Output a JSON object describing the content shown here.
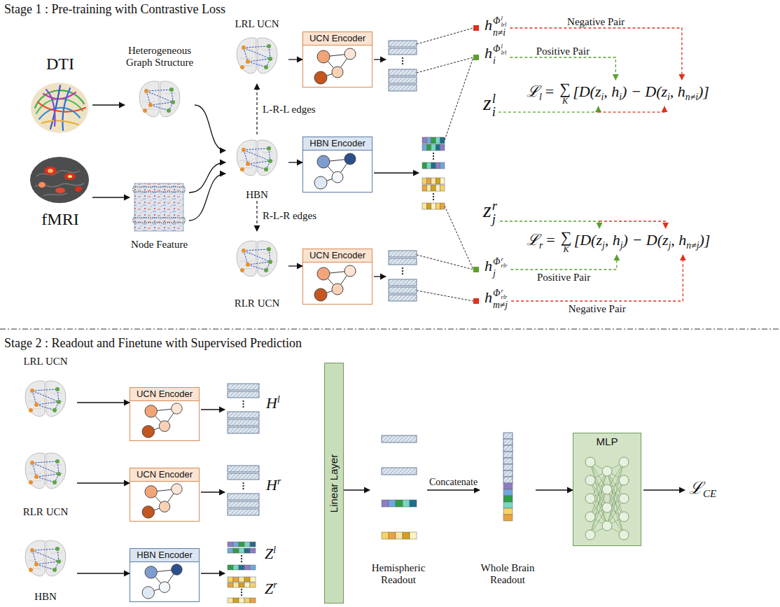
{
  "diagram": {
    "title": "Stage 1 : Pre-training with Contrastive Loss",
    "nodes": [
      {
        "text": [
          "DTI"
        ]
      },
      {
        "text": [
          "Heterogeneous Graph Structure"
        ]
      },
      {
        "text": [
          "fMRI"
        ]
      },
      {
        "text": [
          "Node Feature"
        ]
      },
      {
        "text": [
          "LRL UCN"
        ]
      },
      {
        "text": [
          "HBN"
        ]
      },
      {
        "text": [
          "RLR UCN"
        ]
      },
      {
        "text": [
          "UCN Encoder"
        ]
      },
      {
        "text": [
          "HBN Encoder"
        ]
      },
      {
        "text": [
          "UCN Encoder"
        ]
      },
      {
        "text": [
          "LRL UCN"
        ]
      },
      {
        "text": [
          "RLR UCN"
        ]
      },
      {
        "text": [
          "HBN"
        ]
      },
      {
        "text": [
          "UCN Encoder"
        ]
      },
      {
        "text": [
          "UCN Encoder"
        ]
      },
      {
        "text": [
          "HBN Encoder"
        ]
      },
      {
        "text": [
          "Linear Layer"
        ]
      },
      {
        "text": [
          "Hemispheric Readout"
        ]
      },
      {
        "text": [
          "Whole Brain Readout"
        ]
      },
      {
        "text": [
          "MLP"
        ]
      }
    ],
    "edges": [
      {
        "from": 0,
        "to": 1,
        "arrow": "to"
      },
      {
        "from": 2,
        "to": 3,
        "arrow": "to"
      },
      {
        "from": 1,
        "to": 5,
        "arrow": "to"
      },
      {
        "from": 3,
        "to": 5,
        "arrow": "to"
      },
      {
        "from": 3,
        "to": 5,
        "arrow": "to"
      },
      {
        "from": 5,
        "to": 4,
        "label": "L-R-L edges",
        "arrow": "to"
      },
      {
        "from": 5,
        "to": 6,
        "label": "R-L-R edges",
        "arrow": "to"
      },
      {
        "from": 4,
        "to": 7,
        "arrow": "to"
      },
      {
        "from": 5,
        "to": 8,
        "arrow": "to"
      },
      {
        "from": 6,
        "to": 9,
        "arrow": "to"
      },
      {
        "from": 10,
        "to": 13,
        "arrow": "to"
      },
      {
        "from": 11,
        "to": 14,
        "arrow": "to"
      },
      {
        "from": 12,
        "to": 15,
        "arrow": "to"
      },
      {
        "from": 16,
        "to": 17,
        "arrow": "to"
      },
      {
        "from": 17,
        "to": 18,
        "label": "Concatenate",
        "arrow": "to"
      },
      {
        "from": 18,
        "to": 19,
        "arrow": "to"
      }
    ],
    "labels": [
      "Stage 2 : Readout and Finetune with Supervised Prediction",
      "h",
      "Φ",
      "l",
      "lrl",
      "n≠i",
      "h",
      "Φ",
      "l",
      "lrl",
      "i",
      "z",
      "l",
      "i",
      "ℒ",
      "l",
      "=",
      "∑",
      "K",
      "[D(z",
      "i",
      ", h",
      "i",
      ") − D(z",
      "i",
      ", h",
      "n≠i",
      ")]",
      "z",
      "r",
      "j",
      "ℒ",
      "r",
      "=",
      "∑",
      "K",
      "[D(z",
      "j",
      ", h",
      "j",
      ") − D(z",
      "j",
      ", h",
      "n≠j",
      ")]",
      "h",
      "Φ",
      "r",
      "rlr",
      "j",
      "h",
      "Φ",
      "r",
      "rlr",
      "m≠j",
      "Positive Pair",
      "Negative Pair",
      "Positive Pair",
      "Negative Pair",
      "H",
      "l",
      "H",
      "r",
      "Z",
      "l",
      "Z",
      "r",
      "ℒ",
      "CE"
    ]
  }
}
